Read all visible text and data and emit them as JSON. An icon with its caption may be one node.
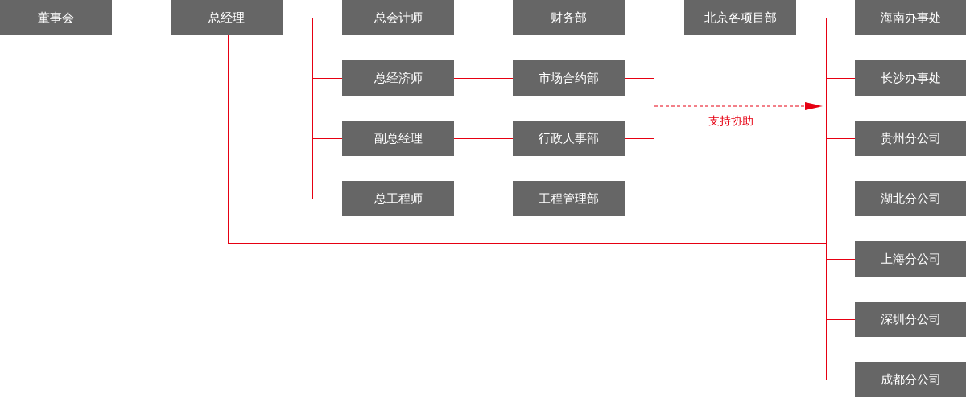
{
  "diagram": {
    "nodes": [
      {
        "text": [
          "董事会"
        ]
      },
      {
        "text": [
          "总经理"
        ]
      },
      {
        "text": [
          "总会计师"
        ]
      },
      {
        "text": [
          "总经济师"
        ]
      },
      {
        "text": [
          "副总经理"
        ]
      },
      {
        "text": [
          "总工程师"
        ]
      },
      {
        "text": [
          "财务部"
        ]
      },
      {
        "text": [
          "市场合约部"
        ]
      },
      {
        "text": [
          "行政人事部"
        ]
      },
      {
        "text": [
          "工程管理部"
        ]
      },
      {
        "text": [
          "北京各项目部"
        ]
      },
      {
        "text": [
          "海南办事处"
        ]
      },
      {
        "text": [
          "长沙办事处"
        ]
      },
      {
        "text": [
          "贵州分公司"
        ]
      },
      {
        "text": [
          "湖北分公司"
        ]
      },
      {
        "text": [
          "上海分公司"
        ]
      },
      {
        "text": [
          "深圳分公司"
        ]
      },
      {
        "text": [
          "成都分公司"
        ]
      }
    ],
    "edges": [
      {
        "from": 0,
        "to": 1,
        "arrow": "none"
      },
      {
        "from": 1,
        "to": 2,
        "arrow": "none"
      },
      {
        "from": 1,
        "to": 3,
        "arrow": "none"
      },
      {
        "from": 1,
        "to": 4,
        "arrow": "none"
      },
      {
        "from": 1,
        "to": 5,
        "arrow": "none"
      },
      {
        "from": 2,
        "to": 6,
        "arrow": "none"
      },
      {
        "from": 3,
        "to": 7,
        "arrow": "none"
      },
      {
        "from": 4,
        "to": 8,
        "arrow": "none"
      },
      {
        "from": 5,
        "to": 9,
        "arrow": "none"
      },
      {
        "from": 6,
        "to": 10,
        "arrow": "none"
      },
      {
        "from": 7,
        "to": 10,
        "arrow": "none"
      },
      {
        "from": 8,
        "to": 10,
        "arrow": "none"
      },
      {
        "from": 9,
        "to": 10,
        "arrow": "none"
      },
      {
        "from": 1,
        "to": 11,
        "arrow": "none"
      },
      {
        "from": 1,
        "to": 12,
        "arrow": "none"
      },
      {
        "from": 1,
        "to": 13,
        "arrow": "none"
      },
      {
        "from": 1,
        "to": 14,
        "arrow": "none"
      },
      {
        "from": 1,
        "to": 15,
        "arrow": "none"
      },
      {
        "from": 1,
        "to": 16,
        "arrow": "none"
      },
      {
        "from": 1,
        "to": 17,
        "arrow": "none"
      }
    ],
    "labels": [
      "支持协助"
    ]
  }
}
